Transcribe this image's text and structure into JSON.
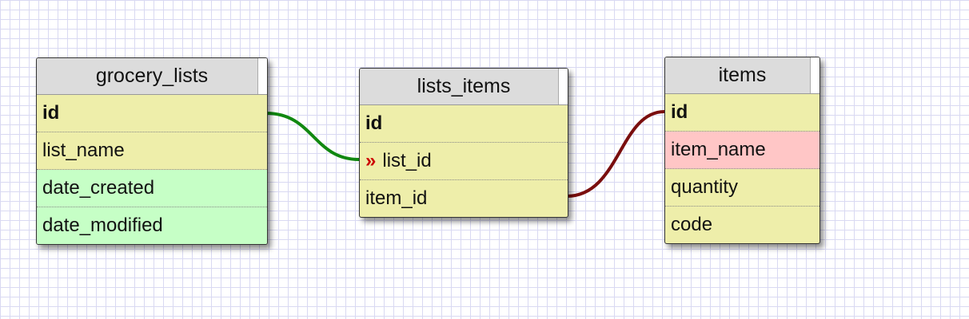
{
  "tables": [
    {
      "name": "grocery_lists",
      "fields": [
        {
          "name": "id",
          "style": "pk"
        },
        {
          "name": "list_name",
          "style": "normal"
        },
        {
          "name": "date_created",
          "style": "green"
        },
        {
          "name": "date_modified",
          "style": "green"
        }
      ]
    },
    {
      "name": "lists_items",
      "fields": [
        {
          "name": "id",
          "style": "pk"
        },
        {
          "name": "list_id",
          "style": "fk",
          "marker": "»"
        },
        {
          "name": "item_id",
          "style": "normal"
        }
      ]
    },
    {
      "name": "items",
      "fields": [
        {
          "name": "id",
          "style": "pk"
        },
        {
          "name": "item_name",
          "style": "pink"
        },
        {
          "name": "quantity",
          "style": "normal"
        },
        {
          "name": "code",
          "style": "normal"
        }
      ]
    }
  ],
  "relations": [
    {
      "from": "grocery_lists.id",
      "to": "lists_items.list_id",
      "color": "#118811"
    },
    {
      "from": "lists_items.item_id",
      "to": "items.id",
      "color": "#7a0e0e"
    }
  ]
}
